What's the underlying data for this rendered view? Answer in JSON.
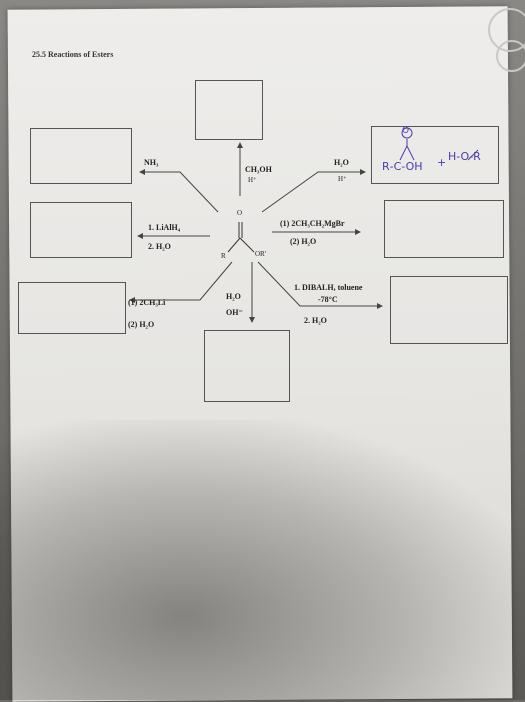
{
  "title": "25.5 Reactions of Esters",
  "ester": {
    "r_label": "R",
    "or_label": "OR'",
    "carbonyl_o": "O"
  },
  "reagents": {
    "nh3": "NH₃",
    "methanol": "CH₃OH",
    "methanol_cat": "H⁺",
    "hydrolysis_acid": "H₂O",
    "hydrolysis_acid_cat": "H⁺",
    "lialh4_step1": "1. LiAlH₄",
    "lialh4_step2": "2. H₂O",
    "grignard_step1": "(1) 2CH₃CH₂MgBr",
    "grignard_step2": "(2) H₂O",
    "methyllithium_step1": "(1) 2CH₃Li",
    "methyllithium_step2": "(2) H₂O",
    "base_hydrolysis_1": "H₂O",
    "base_hydrolysis_2": "OH⁻",
    "dibalh_step1": "1. DIBALH, toluene",
    "dibalh_temp": "-78°C",
    "dibalh_step2": "2. H₂O"
  },
  "handwritten_answer": {
    "carbonyl_o": "O",
    "acid_part": "R‐C‐OH",
    "plus": "+",
    "alcohol_part": "H‐O‐R"
  },
  "colors": {
    "ink": "#4b3bb0",
    "box_border": "#555555",
    "paper": "#eceae7"
  }
}
